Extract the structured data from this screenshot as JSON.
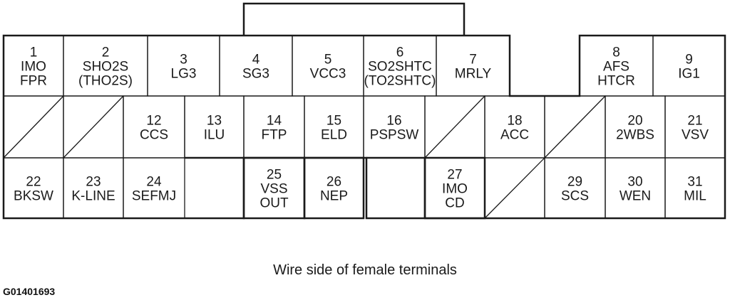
{
  "cells": [
    {
      "id": "c1",
      "lines": [
        "1",
        "IMO",
        "FPR"
      ]
    },
    {
      "id": "c2",
      "lines": [
        "2",
        "SHO2S",
        "(THO2S)"
      ]
    },
    {
      "id": "c3",
      "lines": [
        "3",
        "LG3"
      ]
    },
    {
      "id": "c4",
      "lines": [
        "4",
        "SG3"
      ]
    },
    {
      "id": "c5",
      "lines": [
        "5",
        "VCC3"
      ]
    },
    {
      "id": "c6",
      "lines": [
        "6",
        "SO2SHTC",
        "(TO2SHTC)"
      ]
    },
    {
      "id": "c7",
      "lines": [
        "7",
        "MRLY"
      ]
    },
    {
      "id": "c8",
      "lines": [
        "8",
        "AFS",
        "HTCR"
      ]
    },
    {
      "id": "c9",
      "lines": [
        "9",
        "IG1"
      ]
    },
    {
      "id": "c10",
      "lines": []
    },
    {
      "id": "c11",
      "lines": []
    },
    {
      "id": "c12",
      "lines": [
        "12",
        "CCS"
      ]
    },
    {
      "id": "c13",
      "lines": [
        "13",
        "ILU"
      ]
    },
    {
      "id": "c14",
      "lines": [
        "14",
        "FTP"
      ]
    },
    {
      "id": "c15",
      "lines": [
        "15",
        "ELD"
      ]
    },
    {
      "id": "c16",
      "lines": [
        "16",
        "PSPSW"
      ]
    },
    {
      "id": "c17",
      "lines": []
    },
    {
      "id": "c18",
      "lines": [
        "18",
        "ACC"
      ]
    },
    {
      "id": "c19",
      "lines": []
    },
    {
      "id": "c20",
      "lines": [
        "20",
        "2WBS"
      ]
    },
    {
      "id": "c21",
      "lines": [
        "21",
        "VSV"
      ]
    },
    {
      "id": "c22",
      "lines": [
        "22",
        "BKSW"
      ]
    },
    {
      "id": "c23",
      "lines": [
        "23",
        "K-LINE"
      ]
    },
    {
      "id": "c24",
      "lines": [
        "24",
        "SEFMJ"
      ]
    },
    {
      "id": "c25",
      "lines": [
        "25",
        "VSS",
        "OUT"
      ]
    },
    {
      "id": "c26",
      "lines": [
        "26",
        "NEP"
      ]
    },
    {
      "id": "c27",
      "lines": [
        "27",
        "IMO",
        "CD"
      ]
    },
    {
      "id": "c28",
      "lines": []
    },
    {
      "id": "c29",
      "lines": [
        "29",
        "SCS"
      ]
    },
    {
      "id": "c30",
      "lines": [
        "30",
        "WEN"
      ]
    },
    {
      "id": "c31",
      "lines": [
        "31",
        "MIL"
      ]
    }
  ],
  "caption": "Wire side of female terminals",
  "figure_code": "G01401693"
}
